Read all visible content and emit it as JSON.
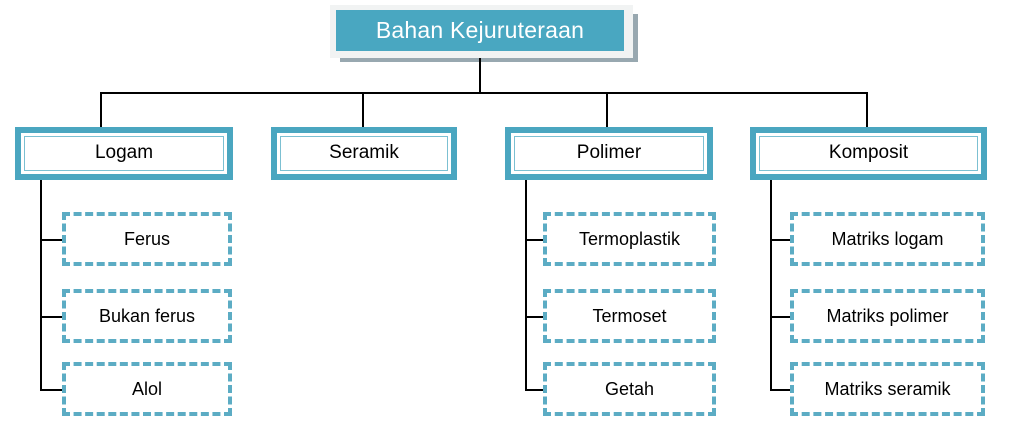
{
  "diagram": {
    "type": "tree",
    "title": "Bahan Kejuruteraan",
    "colors": {
      "node_fill_teal": "#49a7c1",
      "frame_teal": "#4aa6c0",
      "dashed_teal": "#5cacc4",
      "inner_line_teal": "#7cc0d2",
      "shadow_gray": "#98a8b0",
      "frame_light": "#f1f3f3",
      "connector_black": "#000000",
      "title_text": "#ffffff",
      "node_text": "#000000",
      "background": "#ffffff"
    },
    "root": {
      "label": "Bahan Kejuruteraan"
    },
    "branches": [
      {
        "label": "Logam",
        "children": [
          {
            "label": "Ferus"
          },
          {
            "label": "Bukan ferus"
          },
          {
            "label": "Alol"
          }
        ]
      },
      {
        "label": "Seramik",
        "children": []
      },
      {
        "label": "Polimer",
        "children": [
          {
            "label": "Termoplastik"
          },
          {
            "label": "Termoset"
          },
          {
            "label": "Getah"
          }
        ]
      },
      {
        "label": "Komposit",
        "children": [
          {
            "label": "Matriks logam"
          },
          {
            "label": "Matriks polimer"
          },
          {
            "label": "Matriks seramik"
          }
        ]
      }
    ]
  }
}
